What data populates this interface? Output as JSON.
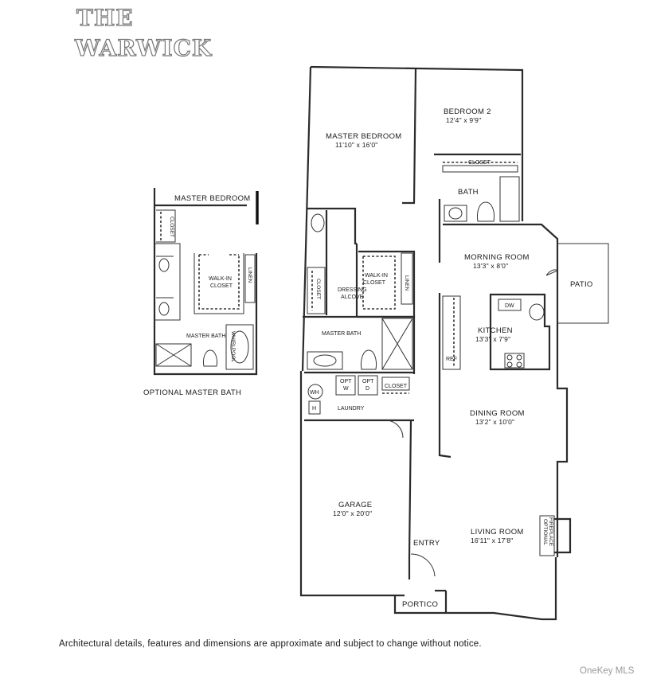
{
  "title_line1": "THE",
  "title_line2": "WARWICK",
  "main_plan": {
    "master_bedroom": {
      "name": "MASTER BEDROOM",
      "dims": "11'10\" x 16'0\""
    },
    "bedroom2": {
      "name": "BEDROOM 2",
      "dims": "12'4\" x 9'9\""
    },
    "closet_bed2": "CLOSET",
    "bath": "BATH",
    "closet_vertical": "CLOSET",
    "dressing_alcove": [
      "DRESSING",
      "ALCOVE"
    ],
    "walk_in_closet": [
      "WALK-IN",
      "CLOSET"
    ],
    "linen": "LINEN",
    "master_bath": "MASTER BATH",
    "opt_w": [
      "OPT",
      "W"
    ],
    "opt_d": [
      "OPT",
      "D"
    ],
    "closet_laundry": "CLOSET",
    "wh": "WH",
    "h": "H",
    "laundry": "LAUNDRY",
    "morning_room": {
      "name": "MORNING ROOM",
      "dims": "13'3\" x 8'0\""
    },
    "patio": "PATIO",
    "dw": "DW",
    "kitchen": {
      "name": "KITCHEN",
      "dims": "13'3\" x 7'9\""
    },
    "ref": "REF",
    "dining_room": {
      "name": "DINING ROOM",
      "dims": "13'2\" x 10'0\""
    },
    "garage": {
      "name": "GARAGE",
      "dims": "12'0\" x 20'0\""
    },
    "living_room": {
      "name": "LIVING ROOM",
      "dims": "16'11\" x 17'8\""
    },
    "optional_fireplace": [
      "OPTIONAL",
      "FIREPLACE"
    ],
    "entry": "ENTRY",
    "portico": "PORTICO"
  },
  "optional_plan": {
    "master_bedroom": "MASTER BEDROOM",
    "closet": "CLOSET",
    "walk_in_closet": [
      "WALK-IN",
      "CLOSET"
    ],
    "linen": "LINEN",
    "master_bath": "MASTER BATH",
    "whirlpool": "WHIRLPOOL",
    "caption": "OPTIONAL MASTER BATH"
  },
  "disclaimer": "Architectural details, features and dimensions are approximate and subject to change without notice.",
  "watermark": "OneKey MLS"
}
